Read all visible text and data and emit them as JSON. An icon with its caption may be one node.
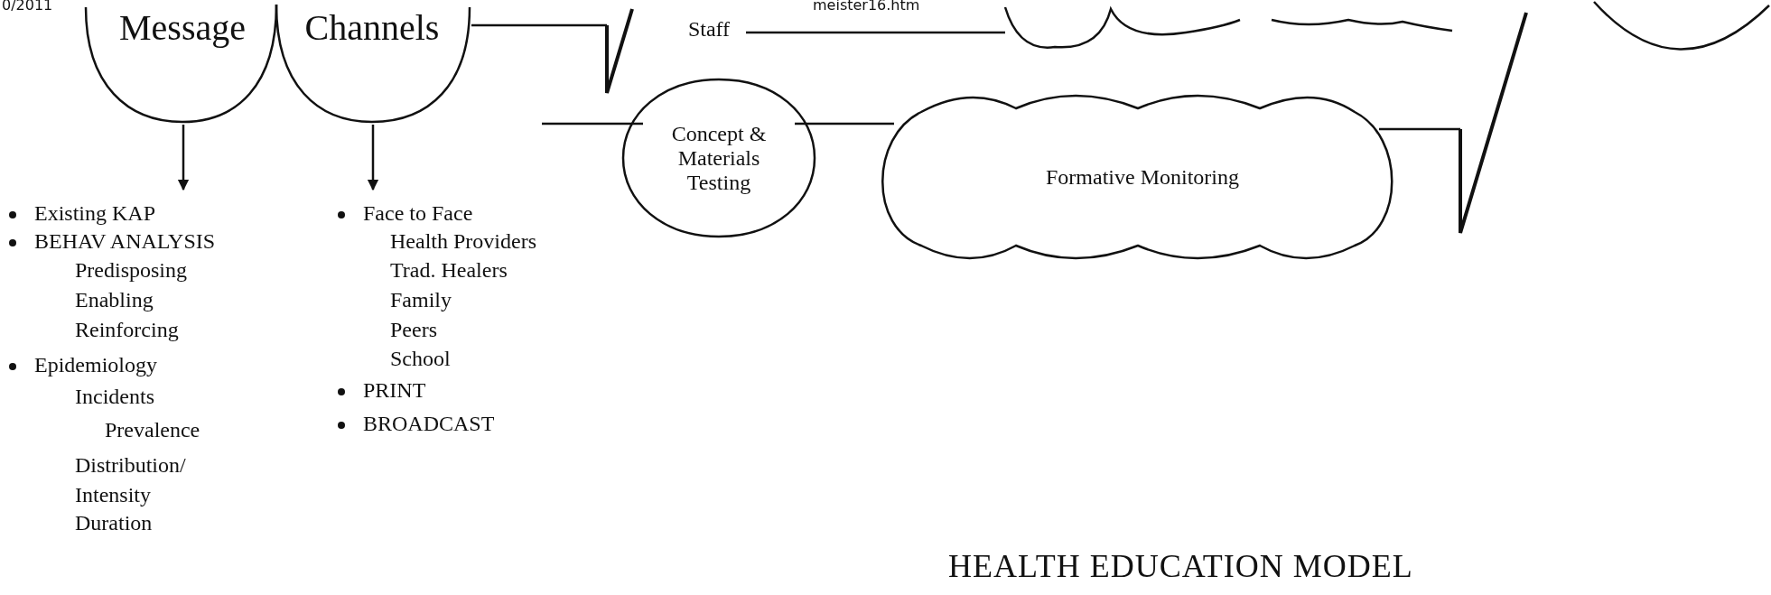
{
  "diagram": {
    "caption": "HEALTH EDUCATION MODEL",
    "nodes": [
      {
        "text": [
          "Message"
        ]
      },
      {
        "text": [
          "Channels"
        ]
      },
      {
        "text": [
          "Existing KAP",
          "BEHAV ANALYSIS",
          "Predisposing",
          "Enabling",
          "Reinforcing",
          "Epidemiology",
          "Incidents",
          "Prevalence",
          "Distribution/ Intensity",
          "Duration"
        ]
      },
      {
        "text": [
          "Face to Face",
          "Health Providers",
          "Trad. Healers",
          "Family",
          "Peers",
          "School",
          "PRINT",
          "BROADCAST"
        ]
      },
      {
        "text": [],
        "shape": "check"
      },
      {
        "text": [
          "Concept & Materials Testing"
        ]
      },
      {
        "text": [
          "Formative Monitoring"
        ]
      },
      {
        "text": [],
        "shape": "check"
      },
      {
        "text": [
          "Staff"
        ]
      },
      {
        "text": [],
        "shape": "cloud"
      },
      {
        "text": [],
        "shape": "circle"
      }
    ],
    "edges": [
      {
        "from": 0,
        "to": 2,
        "arrow": "to"
      },
      {
        "from": 1,
        "to": 3,
        "arrow": "to"
      },
      {
        "from": 1,
        "to": 4,
        "arrow": "none"
      },
      {
        "from": null,
        "to": 5,
        "arrow": "none"
      },
      {
        "from": 5,
        "to": 6,
        "arrow": "none"
      },
      {
        "from": 6,
        "to": 7,
        "arrow": "none"
      },
      {
        "from": 8,
        "to": 9,
        "arrow": "none"
      }
    ],
    "labels": [
      "0/2011",
      "meister16.htm"
    ]
  }
}
